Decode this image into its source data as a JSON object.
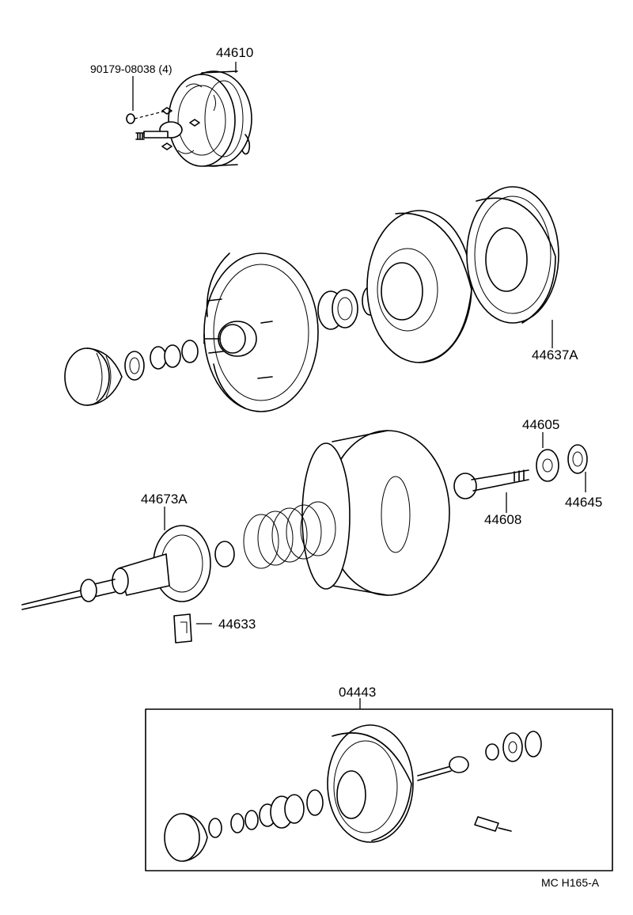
{
  "labels": {
    "part_44610": "44610",
    "part_90179": "90179-08038 (4)",
    "part_44637a": "44637A",
    "part_44605": "44605",
    "part_44645": "44645",
    "part_44608": "44608",
    "part_44673a": "44673A",
    "part_44633": "44633",
    "part_04443": "04443",
    "figure_code": "MC H165-A"
  }
}
